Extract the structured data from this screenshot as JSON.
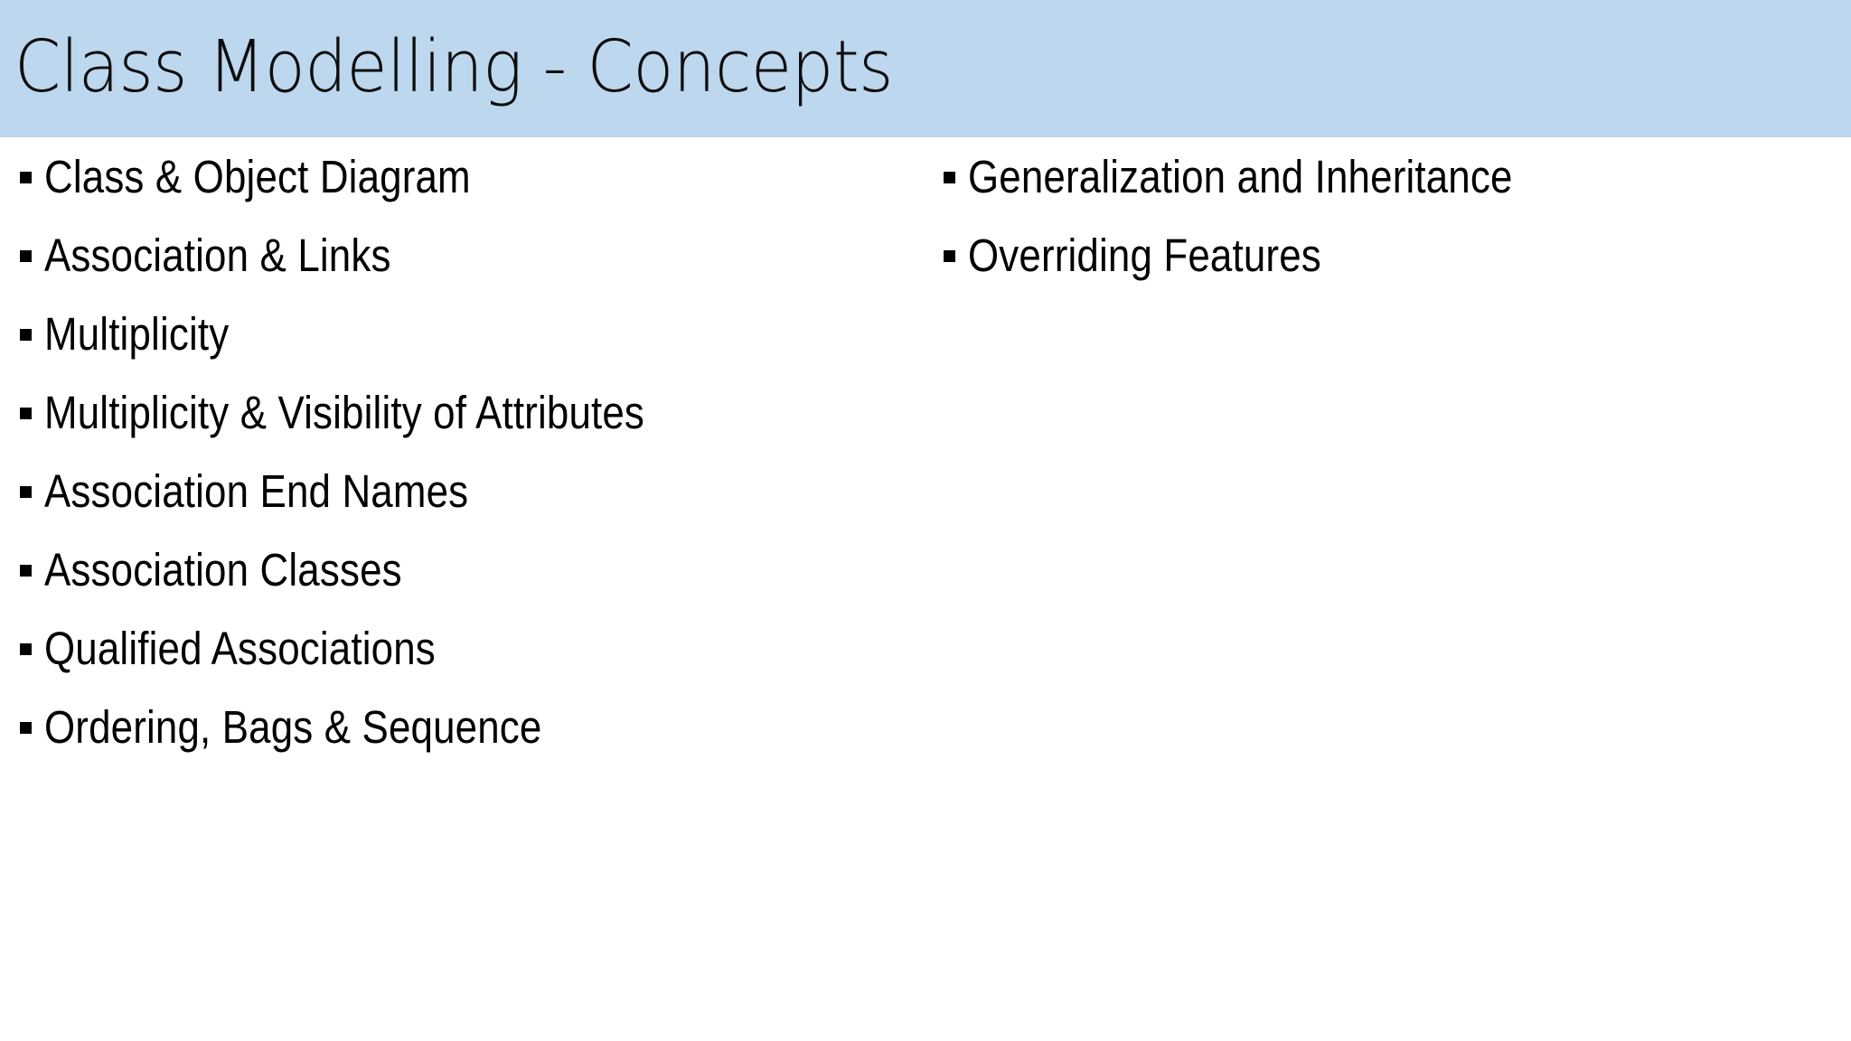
{
  "slide": {
    "title": "Class Modelling - Concepts",
    "header_background_color": "#BDD7EE",
    "body_background_color": "#FFFFFF",
    "text_color": "#000000",
    "bullet_glyph": "square-bullet"
  },
  "content": {
    "left_column": [
      {
        "label": "Class & Object Diagram"
      },
      {
        "label": "Association & Links"
      },
      {
        "label": "Multiplicity"
      },
      {
        "label": "Multiplicity & Visibility of Attributes"
      },
      {
        "label": "Association End Names"
      },
      {
        "label": "Association Classes"
      },
      {
        "label": "Qualified Associations"
      },
      {
        "label": "Ordering, Bags & Sequence"
      }
    ],
    "right_column": [
      {
        "label": "Generalization and Inheritance"
      },
      {
        "label": "Overriding Features"
      }
    ]
  }
}
